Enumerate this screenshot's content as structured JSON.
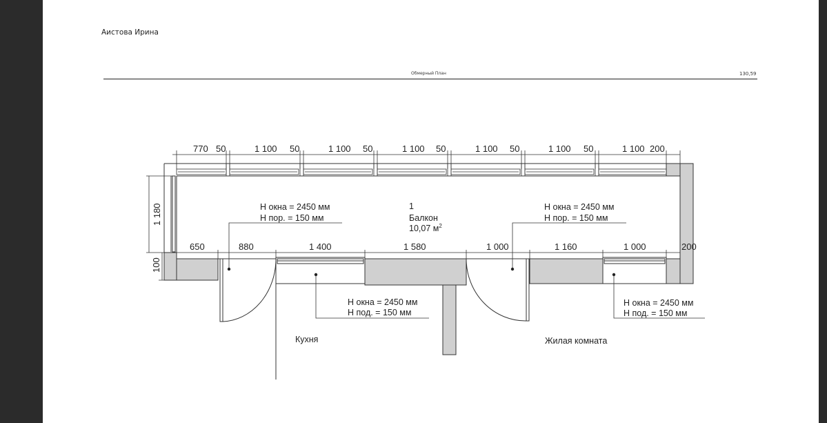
{
  "sheet": {
    "author": "Аистова Ирина",
    "title": "Обмерный План",
    "number": "130,59"
  },
  "room": {
    "number": "1",
    "name": "Балкон",
    "area": "10,07 м",
    "area_sup": "2"
  },
  "dimensions": {
    "top": [
      "770",
      "50",
      "1 100",
      "50",
      "1 100",
      "50",
      "1 100",
      "50",
      "1 100",
      "50",
      "1 100",
      "50",
      "1 100",
      "200"
    ],
    "bottom": [
      "650",
      "880",
      "1 400",
      "1 580",
      "1 000",
      "1 160",
      "1 000",
      "200"
    ],
    "left_height": "1 180",
    "left_wall": "100"
  },
  "annotations": {
    "window_left": {
      "line1": "Н окна = 2450 мм",
      "line2": "Н пор. = 150 мм"
    },
    "window_right": {
      "line1": "Н окна = 2450 мм",
      "line2": "Н пор. = 150 мм"
    },
    "kitchen_window": {
      "line1": "Н окна = 2450 мм",
      "line2": "Н под. = 150 мм"
    },
    "living_window": {
      "line1": "Н окна = 2450 мм",
      "line2": "Н под. = 150 мм"
    }
  },
  "rooms": {
    "kitchen": "Кухня",
    "living": "Жилая комната"
  }
}
